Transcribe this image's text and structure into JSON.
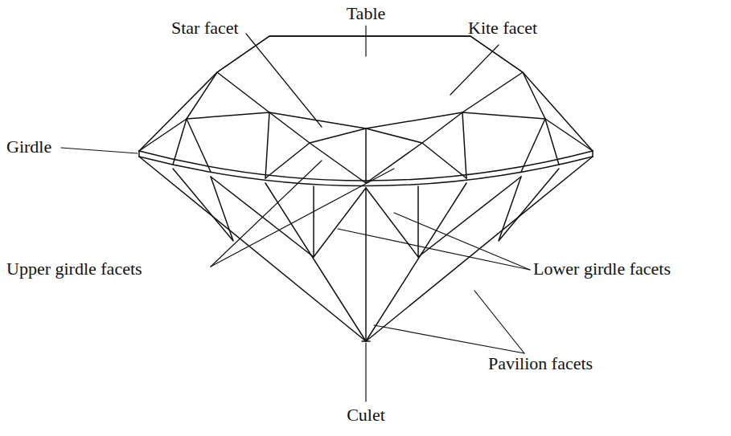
{
  "diagram": {
    "labels": [
      "Table",
      "Star facet",
      "Kite facet",
      "Girdle",
      "Upper girdle facets",
      "Lower girdle facets",
      "Pavilion facets",
      "Culet"
    ]
  }
}
